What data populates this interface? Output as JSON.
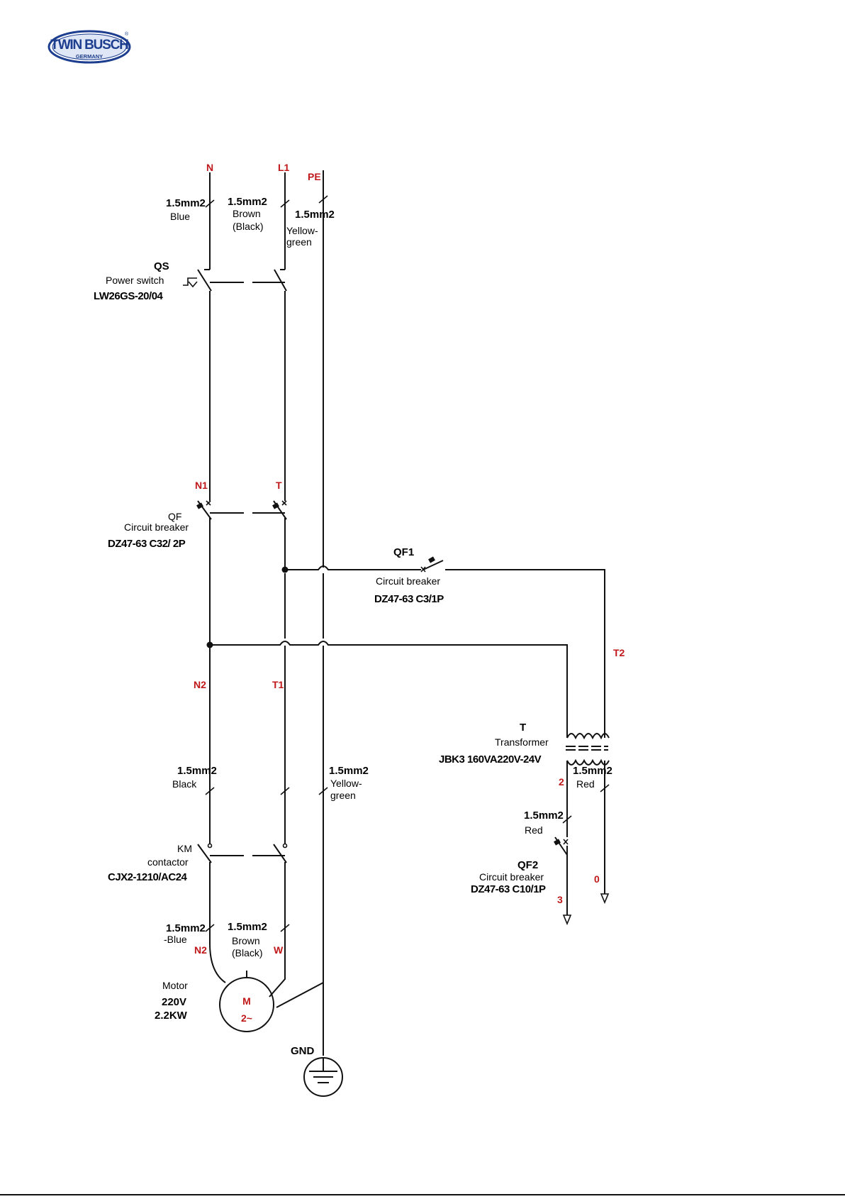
{
  "logo": {
    "text": "TWIN BUSCH",
    "sub": "GERMANY",
    "mark": "®",
    "color": "#1d3e8f"
  },
  "terminals": {
    "n": "N",
    "l1": "L1",
    "pe": "PE",
    "n1": "N1",
    "t": "T",
    "n2_upper": "N2",
    "t1": "T1",
    "t2": "T2",
    "n2_motor": "N2",
    "w": "W",
    "two": "2",
    "three": "3",
    "zero": "0"
  },
  "wires": {
    "supply_n": {
      "size": "1.5mm2",
      "color": "Blue"
    },
    "supply_l": {
      "size": "1.5mm2",
      "color1": "Brown",
      "color2": "(Black)"
    },
    "supply_pe": {
      "size": "1.5mm2",
      "color1": "Yellow-",
      "color2": "green"
    },
    "mid_n": {
      "size": "1.5mm2",
      "color": "Black"
    },
    "mid_pe": {
      "size": "1.5mm2",
      "color1": "Yellow-",
      "color2": "green"
    },
    "tr_sec": {
      "size": "1.5mm2",
      "color": "Red"
    },
    "tr_out": {
      "size": "1.5mm2",
      "color": "Red"
    },
    "motor_n": {
      "size": "1.5mm2",
      "color": "-Blue"
    },
    "motor_w": {
      "size": "1.5mm2",
      "color1": "Brown",
      "color2": "(Black)"
    }
  },
  "components": {
    "qs": {
      "tag": "QS",
      "name": "Power switch",
      "model": "LW26GS-20/04"
    },
    "qf": {
      "tag": "QF",
      "name": "Circuit breaker",
      "model": "DZ47-63 C32/ 2P"
    },
    "qf1": {
      "tag": "QF1",
      "name": "Circuit breaker",
      "model": "DZ47-63 C3/1P"
    },
    "transformer": {
      "tag": "T",
      "name": "Transformer",
      "model": "JBK3 160VA220V-24V"
    },
    "km": {
      "tag": "KM",
      "name": "contactor",
      "model": "CJX2-1210/AC24"
    },
    "qf2": {
      "tag": "QF2",
      "name": "Circuit breaker",
      "model": "DZ47-63 C10/1P"
    },
    "motor": {
      "name": "Motor",
      "voltage": "220V",
      "power": "2.2KW",
      "symbol": "M",
      "phase": "2~"
    },
    "ground": {
      "label": "GND"
    }
  }
}
